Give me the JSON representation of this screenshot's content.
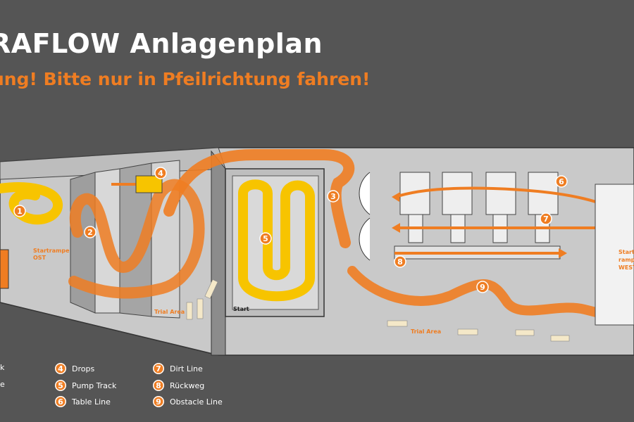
{
  "title": "RAFLOW Anlagenplan",
  "subtitle": "ung! Bitte nur in Pfeilrichtung fahren!",
  "colors": {
    "background": "#555555",
    "floor": "#c9c9c9",
    "track": "#ef7d22",
    "pump": "#f7c400",
    "text_white": "#ffffff"
  },
  "map_labels": {
    "startrampe_ost_1": "Startrampe",
    "startrampe_ost_2": "OST",
    "startrampe_west_1": "Start",
    "startrampe_west_2": "ramp",
    "startrampe_west_3": "WEST",
    "trial_area_left": "Trial Area",
    "trial_area_right": "Trial Area",
    "start": "Start"
  },
  "markers": [
    "1",
    "2",
    "3",
    "4",
    "5",
    "6",
    "7",
    "8",
    "9"
  ],
  "legend": [
    {
      "label": "k",
      "number": ""
    },
    {
      "label": "e",
      "number": ""
    },
    {
      "number": "4",
      "label": "Drops"
    },
    {
      "number": "5",
      "label": "Pump Track"
    },
    {
      "number": "6",
      "label": "Table Line"
    },
    {
      "number": "7",
      "label": "Dirt Line"
    },
    {
      "number": "8",
      "label": "Rückweg"
    },
    {
      "number": "9",
      "label": "Obstacle Line"
    }
  ]
}
